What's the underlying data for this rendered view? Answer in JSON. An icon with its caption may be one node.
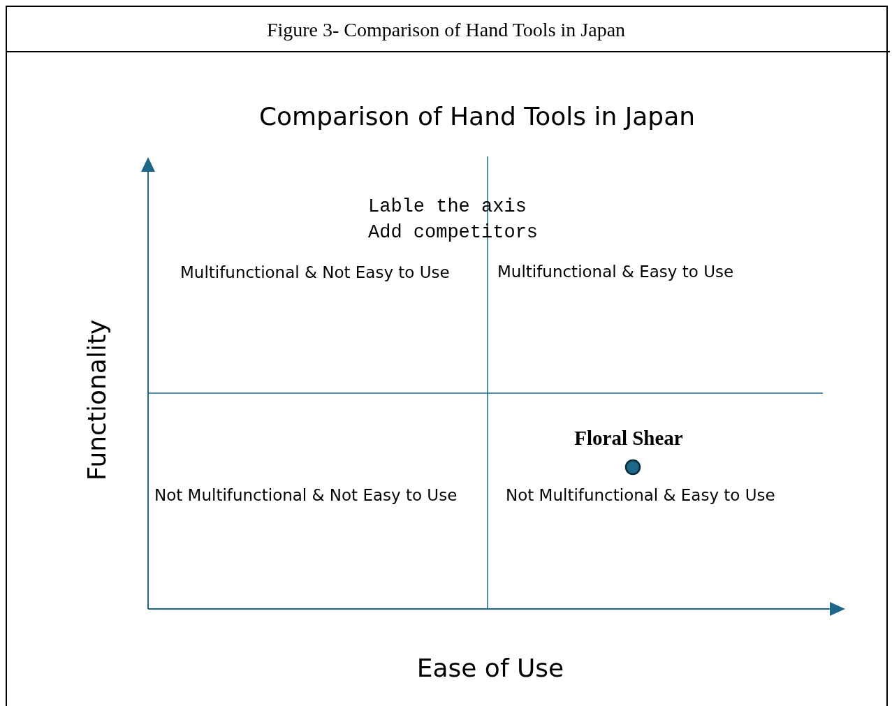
{
  "diagram": {
    "title": "Figure 3- Comparison of Hand Tools in Japan",
    "labels": [
      "Comparison of Hand Tools in Japan",
      "Lable the axis",
      "Add competitors",
      "Multifunctional & Not Easy to Use",
      "Multifunctional & Easy to Use",
      "Floral Shear",
      "Not Multifunctional & Not Easy to Use",
      "Not Multifunctional & Easy to Use",
      "Functionality",
      "Ease of Use"
    ]
  }
}
